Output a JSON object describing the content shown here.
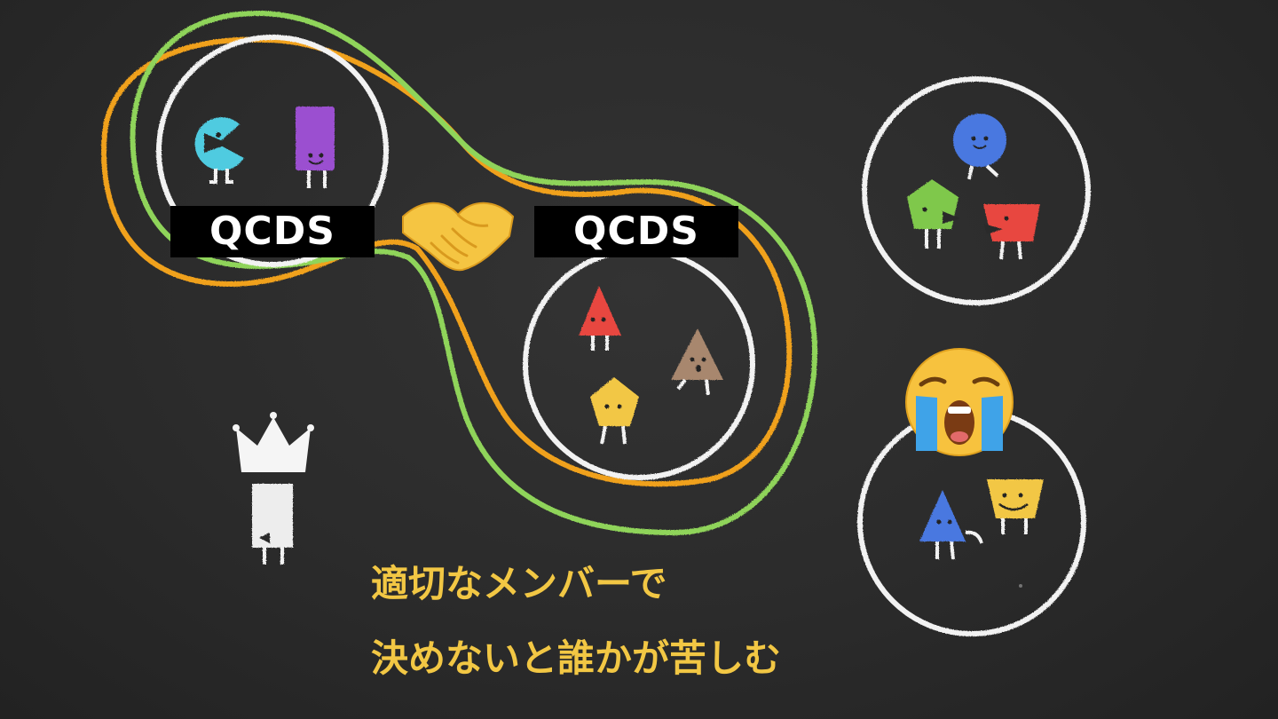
{
  "labels": {
    "left_team": "QCDS",
    "right_team": "QCDS"
  },
  "caption": {
    "line1": "適切なメンバーで",
    "line2": "決めないと誰かが苦しむ"
  },
  "icons": {
    "handshake": "handshake-icon",
    "crying": "crying-face-icon",
    "crown": "crown-icon"
  },
  "colors": {
    "background": "#2b2b2b",
    "chalk_white": "#f2f2f2",
    "loop_orange": "#f0a11c",
    "loop_green": "#8fd45a",
    "caption_yellow": "#f2c744",
    "label_bg": "#000000"
  }
}
